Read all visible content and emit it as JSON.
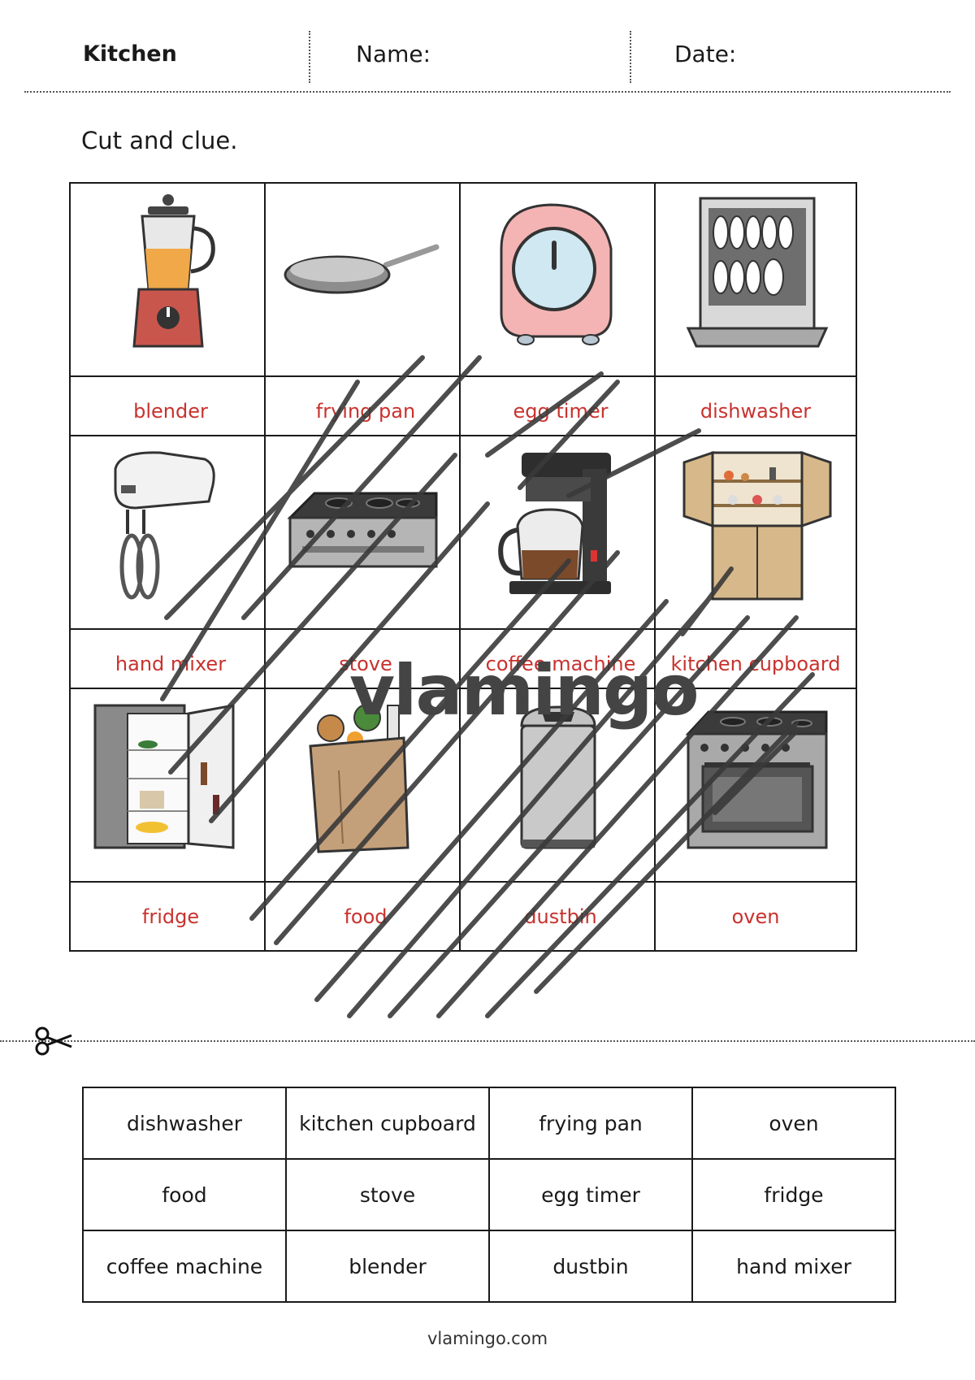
{
  "header": {
    "title": "Kitchen",
    "name_label": "Name:",
    "date_label": "Date:"
  },
  "instruction": "Cut and clue.",
  "cards": [
    {
      "label": "blender",
      "icon": "blender-icon"
    },
    {
      "label": "frying pan",
      "icon": "frying-pan-icon"
    },
    {
      "label": "egg timer",
      "icon": "egg-timer-icon"
    },
    {
      "label": "dishwasher",
      "icon": "dishwasher-icon"
    },
    {
      "label": "hand mixer",
      "icon": "hand-mixer-icon"
    },
    {
      "label": "stove",
      "icon": "stove-icon"
    },
    {
      "label": "coffee machine",
      "icon": "coffee-machine-icon"
    },
    {
      "label": "kitchen cupboard",
      "icon": "kitchen-cupboard-icon"
    },
    {
      "label": "fridge",
      "icon": "fridge-icon"
    },
    {
      "label": "food",
      "icon": "food-bag-icon"
    },
    {
      "label": "dustbin",
      "icon": "dustbin-icon"
    },
    {
      "label": "oven",
      "icon": "oven-icon"
    }
  ],
  "watermark": "vlamingo",
  "cut_icon": "scissors-icon",
  "word_table": [
    [
      "dishwasher",
      "kitchen cupboard",
      "frying pan",
      "oven"
    ],
    [
      "food",
      "stove",
      "egg timer",
      "fridge"
    ],
    [
      "coffee machine",
      "blender",
      "dustbin",
      "hand mixer"
    ]
  ],
  "footer": "vlamingo.com",
  "colors": {
    "label_red": "#c8322e",
    "border": "#1a1a1a",
    "hatch": "#3a3a3a"
  }
}
